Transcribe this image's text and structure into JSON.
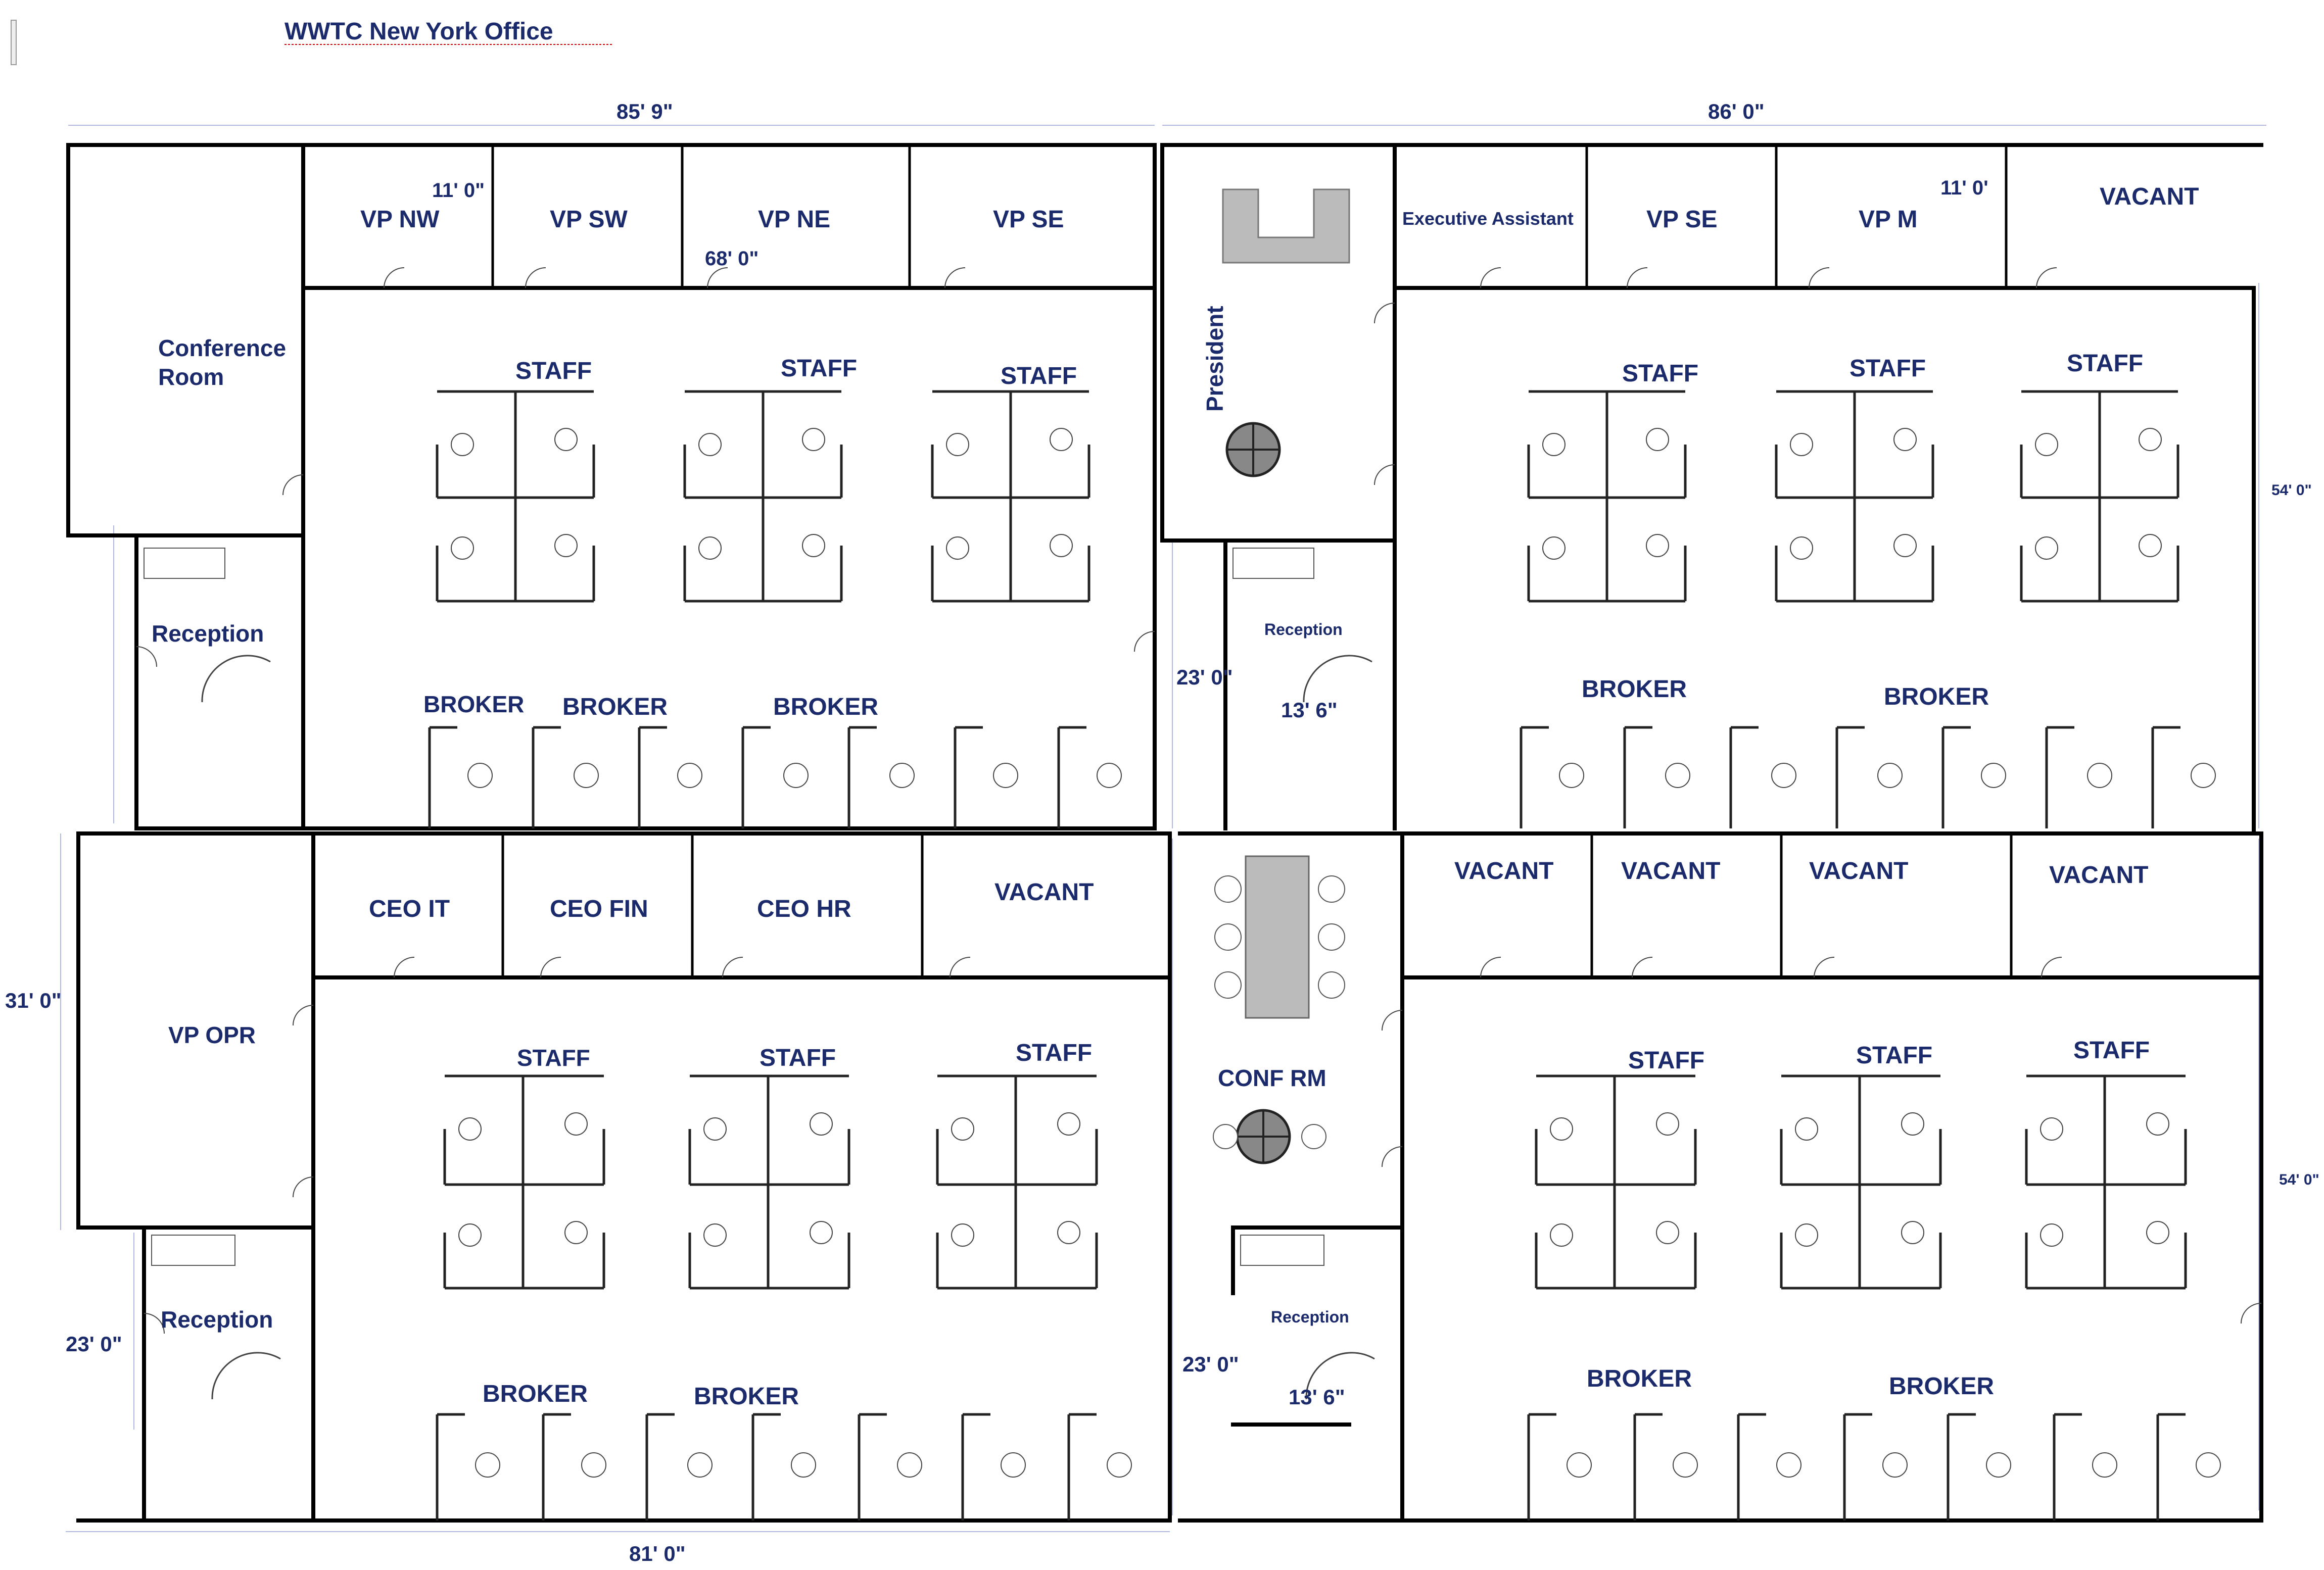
{
  "title": "WWTC New York Office",
  "colors": {
    "label": "#1b2a6b",
    "wall": "#000000",
    "guide": "#9aa0d8"
  },
  "dimensions": {
    "top_left_width": "85' 9\"",
    "top_right_width": "86' 0\"",
    "bottom_width": "81' 0\"",
    "vp_office_depth": "11' 0\"",
    "vm_office_depth": "11' 0'",
    "corridor_width": "68' 0\"",
    "right_height_top": "54' 0\"",
    "right_height_bottom": "54' 0\"",
    "left_height": "31' 0\"",
    "reception_height_left": "23' 0\"",
    "reception_height_center_top": "23' 0\"",
    "reception_height_center_bottom": "23' 0\"",
    "reception_width_top": "13' 6\"",
    "reception_width_bottom": "13' 6\""
  },
  "rooms": {
    "vp_nw": "VP NW",
    "vp_sw": "VP SW",
    "vp_ne": "VP NE",
    "vp_se_left": "VP SE",
    "conference_line1": "Conference",
    "conference_line2": "Room",
    "president": "President",
    "exec_assistant": "Executive Assistant",
    "vp_se_right": "VP SE",
    "vp_m": "VP M",
    "vacant_top_right": "VACANT",
    "ceo_it": "CEO IT",
    "ceo_fin": "CEO FIN",
    "ceo_hr": "CEO HR",
    "vacant_mid_left": "VACANT",
    "vp_opr": "VP OPR",
    "conf_rm": "CONF RM",
    "vacant_1": "VACANT",
    "vacant_2": "VACANT",
    "vacant_3": "VACANT",
    "vacant_4": "VACANT",
    "reception_tl": "Reception",
    "reception_tc": "Reception",
    "reception_bl": "Reception",
    "reception_bc": "Reception"
  },
  "areas": {
    "staff": "STAFF",
    "broker": "BROKER"
  }
}
